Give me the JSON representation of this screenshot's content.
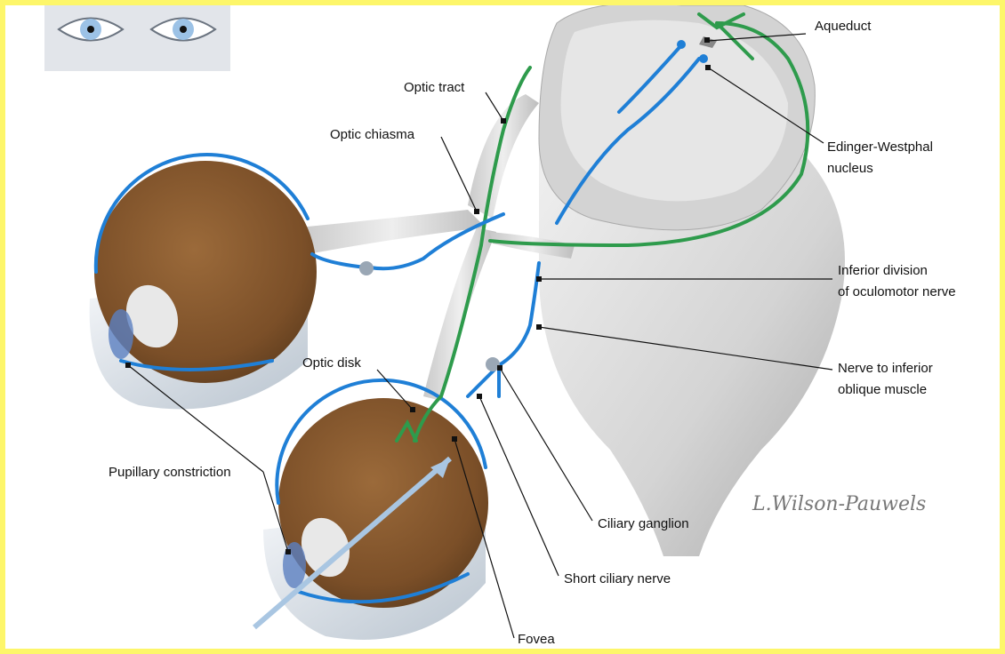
{
  "labels": {
    "aqueduct": "Aqueduct",
    "optic_tract": "Optic tract",
    "optic_chiasma": "Optic chiasma",
    "edinger_westphal": [
      "Edinger-Westphal",
      "nucleus"
    ],
    "inferior_division": [
      "Inferior division",
      "of oculomotor nerve"
    ],
    "nerve_inferior_oblique": [
      "Nerve to inferior",
      "oblique muscle"
    ],
    "optic_disk": "Optic disk",
    "pupillary_constriction": "Pupillary constriction",
    "ciliary_ganglion": "Ciliary ganglion",
    "short_ciliary_nerve": "Short ciliary nerve",
    "fovea": "Fovea"
  },
  "signature": "L.Wilson-Pauwels",
  "colors": {
    "frame": "#fdf66a",
    "parasympathetic_pathway": "#1f7fd6",
    "light_pathway": "#2e9b4c",
    "eyeball_interior": "#8a5a2b",
    "brainstem": "#d9d9d9"
  }
}
